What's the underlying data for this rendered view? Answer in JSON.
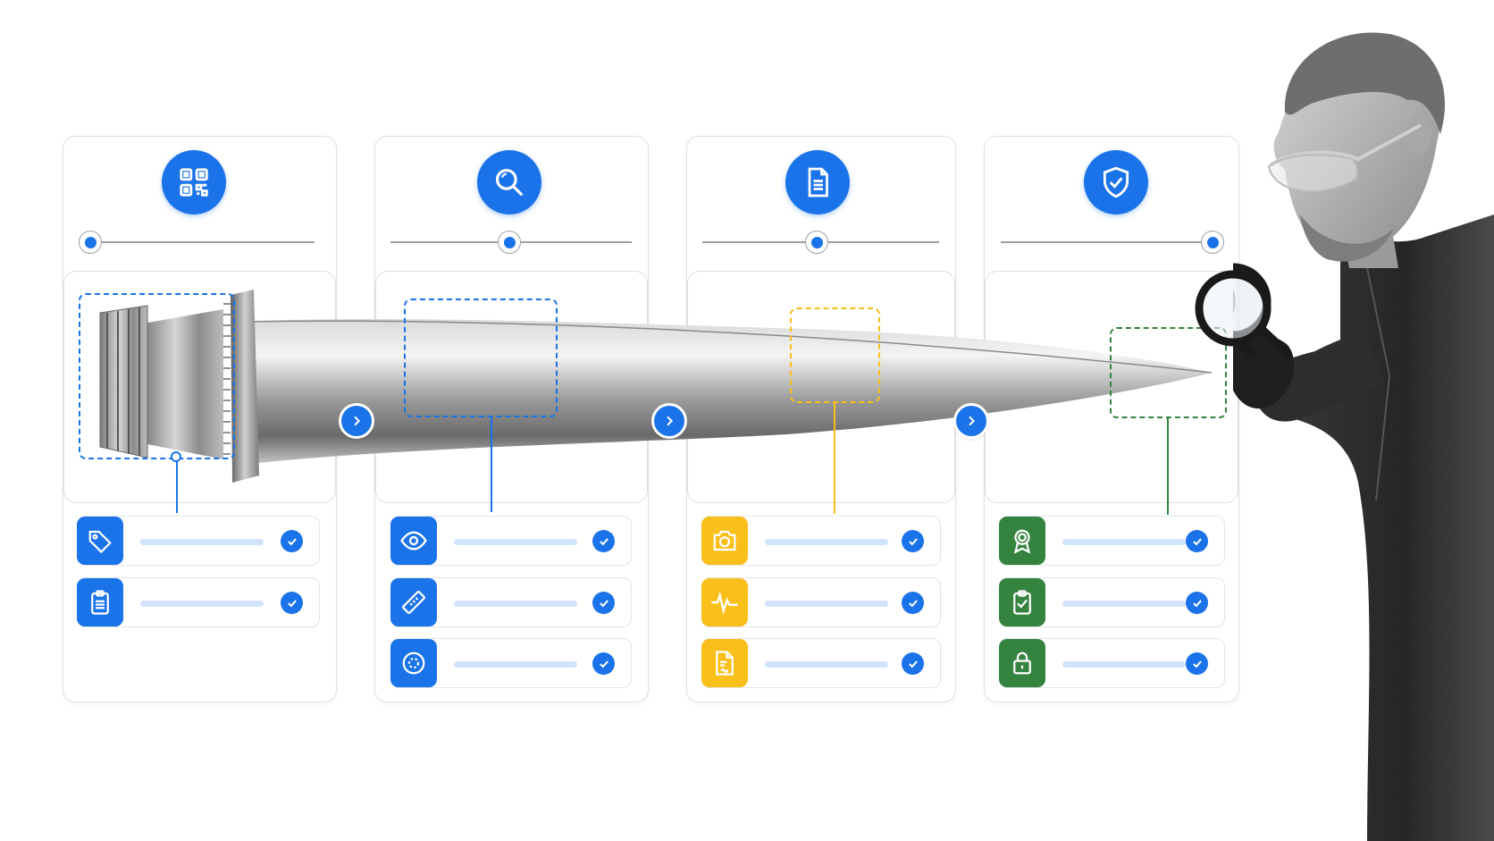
{
  "colors": {
    "accent_blue": "#1a73e8",
    "accent_yellow": "#f9bf1a",
    "accent_green": "#34833f",
    "bar_light_blue": "#d2e3fc",
    "card_border": "#dcdfe4"
  },
  "stages": [
    {
      "icon": "qr-code-icon",
      "progress": 0.0,
      "accent": "#1a73e8",
      "rows": [
        {
          "icon": "tag-icon",
          "checked": true
        },
        {
          "icon": "clipboard-icon",
          "checked": true
        }
      ]
    },
    {
      "icon": "magnifier-icon",
      "progress": 0.5,
      "accent": "#1a73e8",
      "rows": [
        {
          "icon": "eye-icon",
          "checked": true
        },
        {
          "icon": "ruler-icon",
          "checked": true
        },
        {
          "icon": "target-scan-icon",
          "checked": true
        }
      ]
    },
    {
      "icon": "document-icon",
      "progress": 0.5,
      "accent": "#f9bf1a",
      "rows": [
        {
          "icon": "camera-icon",
          "checked": true
        },
        {
          "icon": "waveform-icon",
          "checked": true
        },
        {
          "icon": "signed-document-icon",
          "checked": true
        }
      ]
    },
    {
      "icon": "shield-check-icon",
      "progress": 1.0,
      "accent": "#34833f",
      "rows": [
        {
          "icon": "award-ribbon-icon",
          "checked": true
        },
        {
          "icon": "clipboard-check-icon",
          "checked": true
        },
        {
          "icon": "padlock-icon",
          "checked": true
        }
      ]
    }
  ],
  "connectors": [
    "chevron-right-icon",
    "chevron-right-icon",
    "chevron-right-icon"
  ],
  "images": {
    "part": "turbine-blade-photo",
    "person": "inspector-with-magnifying-glass-photo"
  }
}
